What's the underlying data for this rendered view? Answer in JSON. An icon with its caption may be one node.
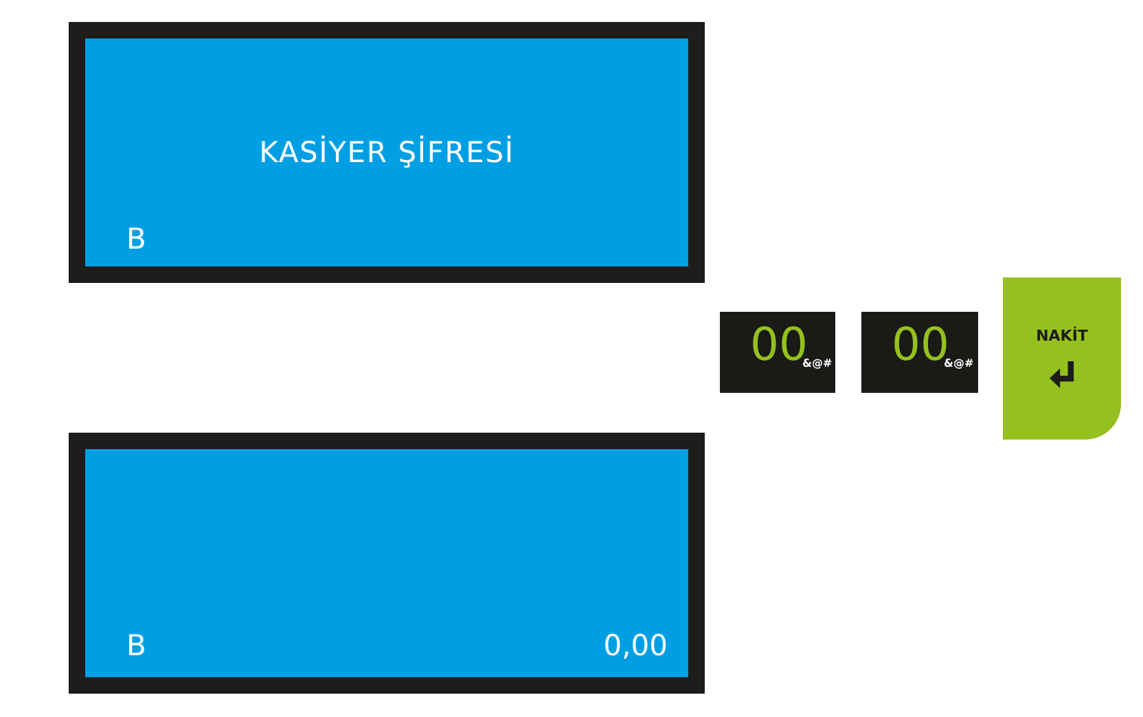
{
  "diagram": {
    "nodes": [
      {
        "text": [
          "KASİYER ŞİFRESİ",
          "B"
        ]
      },
      {
        "text": [
          "B",
          "0,00"
        ]
      },
      {
        "text": [
          "00",
          "&@#"
        ]
      },
      {
        "text": [
          "00",
          "&@#"
        ]
      },
      {
        "text": [
          "NAKİT"
        ]
      }
    ]
  }
}
